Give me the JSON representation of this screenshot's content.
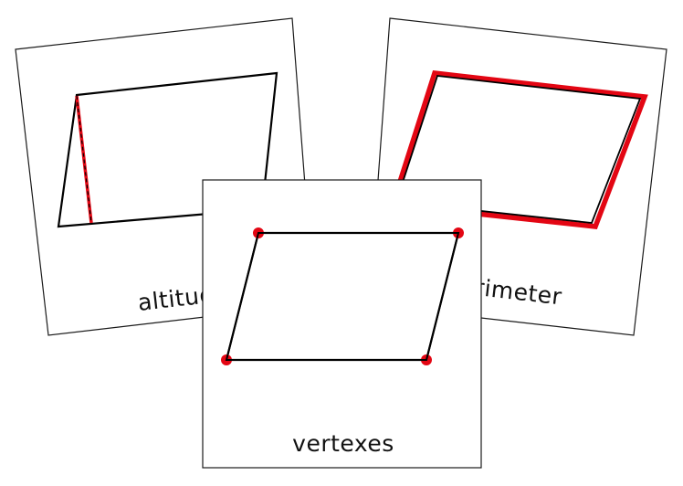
{
  "cards": [
    {
      "id": "altitude",
      "label": "altitude",
      "visible_label": "altitu",
      "highlight": "altitude line",
      "highlight_color": "#e30613"
    },
    {
      "id": "perimeter",
      "label": "perimeter",
      "visible_label": "imeter",
      "highlight": "perimeter outline",
      "highlight_color": "#e30613"
    },
    {
      "id": "vertexes",
      "label": "vertexes",
      "visible_label": "vertexes",
      "highlight": "vertex dots",
      "highlight_color": "#e30613"
    }
  ],
  "colors": {
    "accent_red": "#e30613",
    "line": "#000000",
    "card_bg": "#ffffff",
    "card_border": "#1a1a1a"
  }
}
